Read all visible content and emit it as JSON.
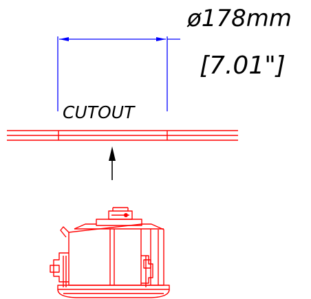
{
  "dimension": {
    "metric": "ø178mm",
    "imperial": "[7.01\"]"
  },
  "cutout_label": "CUTOUT",
  "colors": {
    "part_outline": "#ff0000",
    "dimension_line": "#0000ff",
    "text": "#000000",
    "arrow": "#000000",
    "background": "#ffffff"
  }
}
